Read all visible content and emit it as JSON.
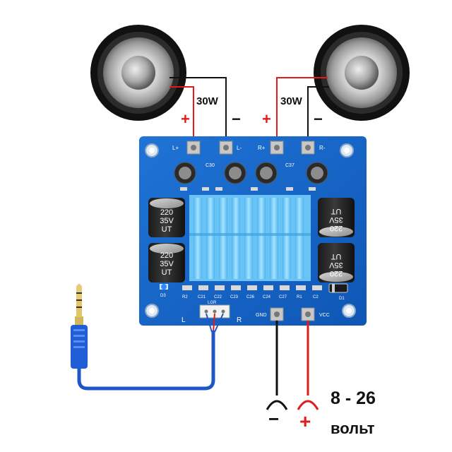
{
  "speakers": {
    "left": {
      "power_label": "30W",
      "plus_sign": "+",
      "minus_sign": "−"
    },
    "right": {
      "power_label": "30W",
      "plus_sign": "+",
      "minus_sign": "−"
    }
  },
  "board": {
    "terminal_labels": {
      "l_plus": "L+",
      "l_minus": "L-",
      "r_plus": "R+",
      "r_minus": "R-",
      "gnd": "GND",
      "vcc": "VCC"
    },
    "silk": {
      "c30": "C30",
      "c37": "C37",
      "c2": "C2",
      "c21": "C21",
      "c22": "C22",
      "c23": "C23",
      "c26": "C26",
      "c24": "C24",
      "c27": "C27",
      "r1": "R1",
      "r2": "R2",
      "d1": "D1",
      "d3": "D3",
      "ch_l": "L",
      "ch_r": "R",
      "jack_marks": "LGR"
    },
    "capacitors": [
      {
        "value": "220",
        "voltage": "35V",
        "suffix": "UT"
      },
      {
        "value": "220",
        "voltage": "35V",
        "suffix": "UT"
      },
      {
        "value": "220",
        "voltage": "35V",
        "suffix": "UT"
      },
      {
        "value": "220",
        "voltage": "35V",
        "suffix": "UT"
      }
    ]
  },
  "power": {
    "minus_sign": "−",
    "plus_sign": "+",
    "range_label": "8 - 26",
    "unit_label": "вольт"
  },
  "colors": {
    "board": "#1565c9",
    "heatsink": "#7fd1ff",
    "positive_wire": "#e01b1b",
    "negative_wire": "#111111",
    "audio_cable": "#1e56c8"
  }
}
